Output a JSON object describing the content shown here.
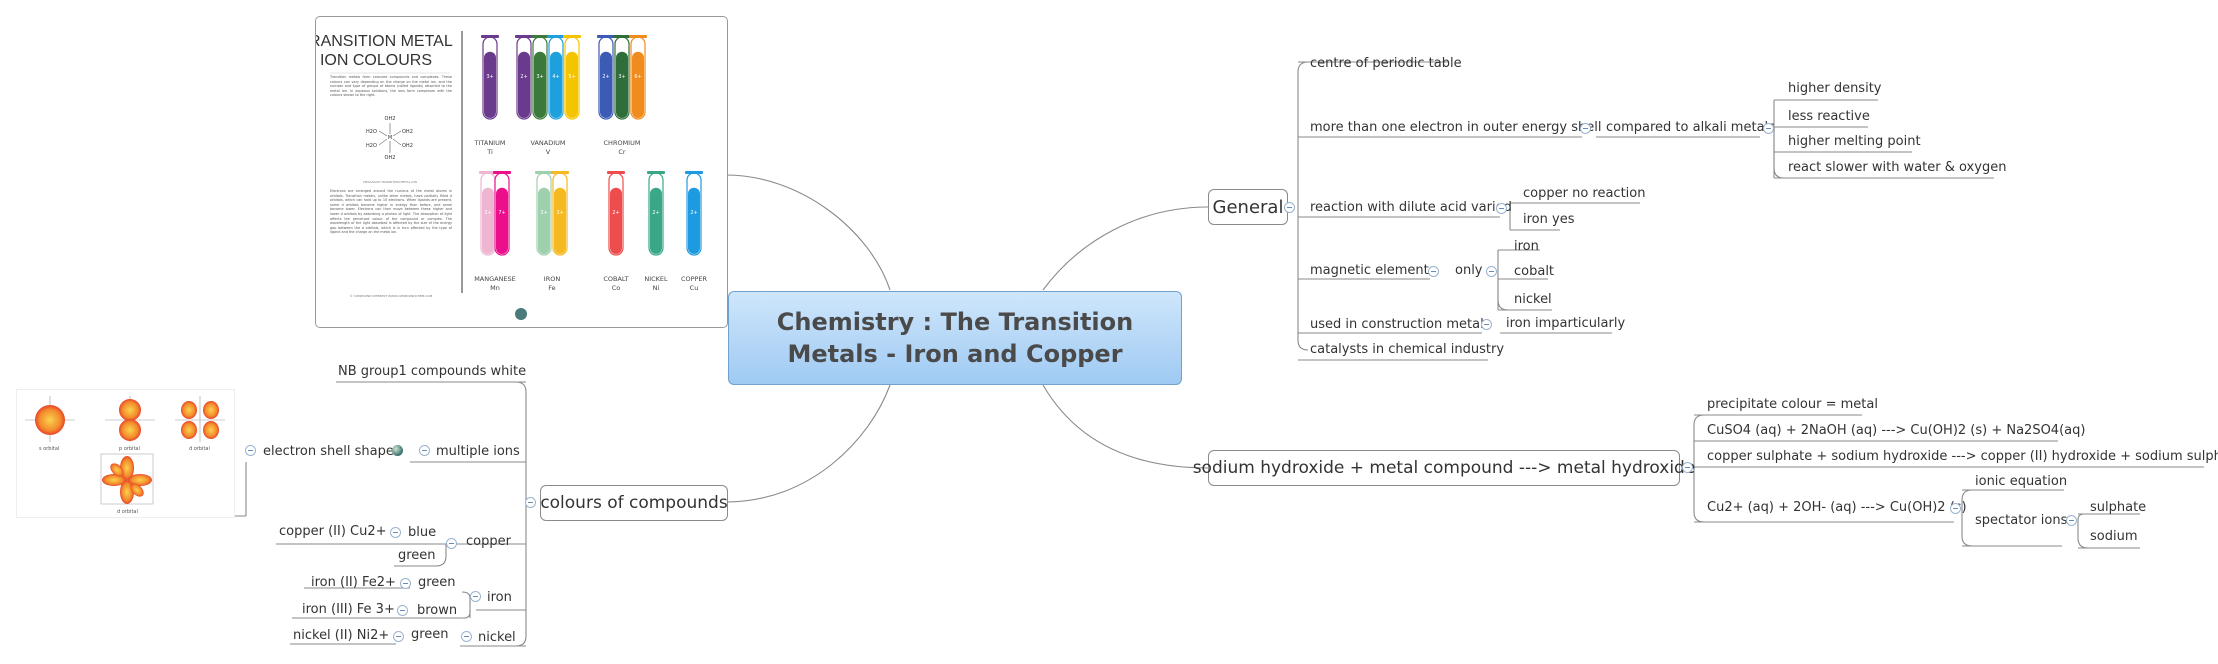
{
  "central": {
    "title": "Chemistry : The Transition Metals - Iron and Copper"
  },
  "general": {
    "label": "General",
    "items": {
      "centre": "centre of periodic table",
      "electron": "more than one electron in outer energy shell",
      "compared": "compared to alkali metals",
      "compared_children": [
        "higher density",
        "less reactive",
        "higher melting point",
        "react slower with water & oxygen"
      ],
      "acid": "reaction with dilute acid varied",
      "acid_children": [
        "copper no reaction",
        "iron yes"
      ],
      "magnetic": "magnetic elements",
      "only": "only",
      "magnetic_children": [
        "iron",
        "cobalt",
        "nickel"
      ],
      "construction": "used in construction metals",
      "construction_child": "iron imparticularly",
      "catalysts": "catalysts in chemical industry"
    }
  },
  "hydroxide": {
    "label": "sodium hydroxide + metal compound ---> metal hydroxide",
    "items": {
      "precipitate": "precipitate colour = metal",
      "eq1": "CuSO4 (aq) + 2NaOH (aq) ---> Cu(OH)2 (s) + Na2SO4(aq)",
      "eq2": "copper sulphate + sodium hydroxide ---> copper (II) hydroxide + sodium sulphate",
      "eq3": "Cu2+ (aq) + 2OH- (aq) ---> Cu(OH)2 (s)",
      "ionic": "ionic equation",
      "spectator": "spectator ions",
      "spectator_children": [
        "sulphate",
        "sodium"
      ]
    }
  },
  "colours": {
    "label": "colours of compounds",
    "nb": "NB group1 compounds white",
    "multiple": "multiple ions",
    "shells": "electron shell shapes",
    "copper": "copper",
    "cu2": "copper (II) Cu2+",
    "blue": "blue",
    "green_cu": "green",
    "iron": "iron",
    "fe2": "iron (II) Fe2+",
    "green_fe": "green",
    "fe3": "iron (III) Fe 3+",
    "brown": "brown",
    "ni2": "nickel (II) Ni2+",
    "green_ni": "green",
    "nickel": "nickel"
  },
  "infographic": {
    "title1": "TRANSITION METAL",
    "title2": "ION COLOURS",
    "para1": "Transition metals form coloured compounds and complexes. These colours can vary depending on the charge on the metal ion, and the number and type of groups of atoms (called ligands) attached to the metal ion. In aqueous solutions, the ions form complexes with the colours shown to the right.",
    "complex_caption": "HEXAAQUO TRANSITION METAL ION",
    "para2": "Electrons are arranged around the nucleus of the metal atoms in orbitals. Transition metals, unlike other metals, have partially filled d orbitals, which can hold up to 10 electrons. When ligands are present, some d orbitals become higher in energy than before, and some become lower. Electrons can then move between these higher and lower d orbitals by absorbing a photon of light. The absorption of light affects the perceived colour of the compound or complex. The wavelength of the light absorbed is affected by the size of the energy gap between the d orbitals, which is in turn affected by the type of ligand and the charge on the metal ion.",
    "footer": "© COMPOUND INTEREST WWW.COMPOUNDCHEM.COM",
    "tubes_top": [
      {
        "ion": "3+",
        "color": "#6a3a8c"
      },
      {
        "ion": "2+",
        "color": "#6a3a8c"
      },
      {
        "ion": "3+",
        "color": "#3b7a3b"
      },
      {
        "ion": "4+",
        "color": "#1ea0dc"
      },
      {
        "ion": "5+",
        "color": "#f5c400"
      },
      {
        "ion": "2+",
        "color": "#3b5bb5"
      },
      {
        "ion": "3+",
        "color": "#2f6e3a"
      },
      {
        "ion": "6+",
        "color": "#f08c1e"
      }
    ],
    "tubes_bottom": [
      {
        "ion": "2+",
        "color": "#efb6d2"
      },
      {
        "ion": "7+",
        "color": "#ec0f8c"
      },
      {
        "ion": "2+",
        "color": "#9fd0ae"
      },
      {
        "ion": "3+",
        "color": "#f5b921"
      },
      {
        "ion": "2+",
        "color": "#ee4d4d"
      },
      {
        "ion": "2+",
        "color": "#3aa888"
      },
      {
        "ion": "2+",
        "color": "#1e9be0"
      }
    ],
    "labels_top": [
      {
        "name": "TITANIUM",
        "sym": "Ti"
      },
      {
        "name": "VANADIUM",
        "sym": "V"
      },
      {
        "name": "CHROMIUM",
        "sym": "Cr"
      }
    ],
    "labels_bottom": [
      {
        "name": "MANGANESE",
        "sym": "Mn"
      },
      {
        "name": "IRON",
        "sym": "Fe"
      },
      {
        "name": "COBALT",
        "sym": "Co"
      },
      {
        "name": "NICKEL",
        "sym": "Ni"
      },
      {
        "name": "COPPER",
        "sym": "Cu"
      }
    ],
    "complex": {
      "center": "M",
      "ligand": "OH2",
      "ligand_left": "H2O"
    }
  },
  "orbitals": {
    "labels": [
      "s orbital",
      "p orbital",
      "d orbital",
      "d orbital"
    ]
  },
  "colors": {
    "line": "#8a8a8a",
    "central_fill": "#aed3f6",
    "accent": "#6a8ab0"
  }
}
